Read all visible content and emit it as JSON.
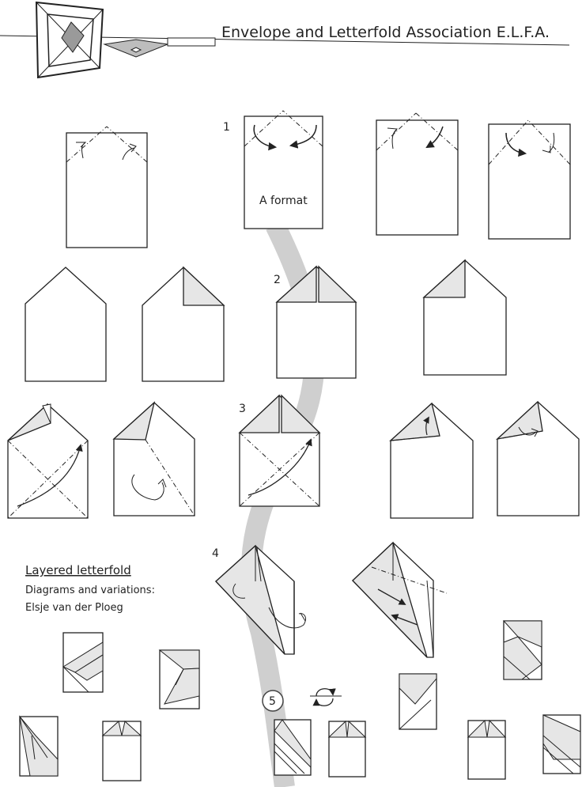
{
  "header": {
    "title": "Envelope and Letterfold Association E.L.F.A."
  },
  "steps": {
    "step1": "1",
    "step2": "2",
    "step3": "3",
    "step4": "4",
    "step5": "5"
  },
  "labels": {
    "a_format": "A format"
  },
  "credits": {
    "title": "Layered letterfold",
    "line1": "Diagrams and variations:",
    "line2": "Elsje van der Ploeg"
  },
  "colors": {
    "line": "#222222",
    "fold_fill": "#e6e6e6",
    "path_band": "#cfcfcf",
    "logo_fill": "#9a9a9a"
  }
}
